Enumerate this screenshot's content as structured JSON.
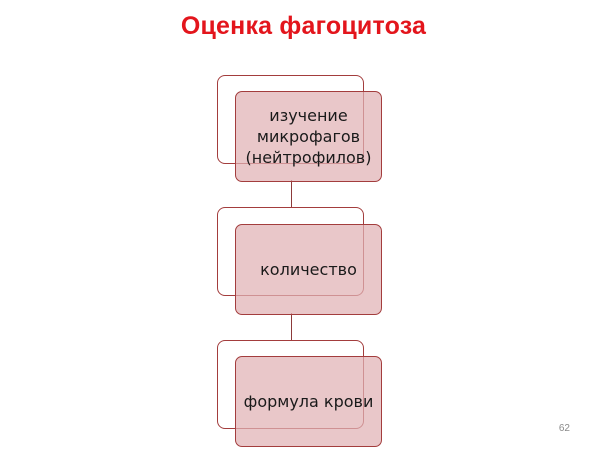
{
  "title": "Оценка фагоцитоза",
  "nodes": [
    {
      "text": "изучение\nмикрофагов\n(нейтрофилов)"
    },
    {
      "text": "количество"
    },
    {
      "text": "формула крови"
    }
  ],
  "page_number": "62",
  "colors": {
    "title": "#e3151c",
    "box_border": "#a33d3d",
    "box_fill": "#e1b2b4"
  }
}
